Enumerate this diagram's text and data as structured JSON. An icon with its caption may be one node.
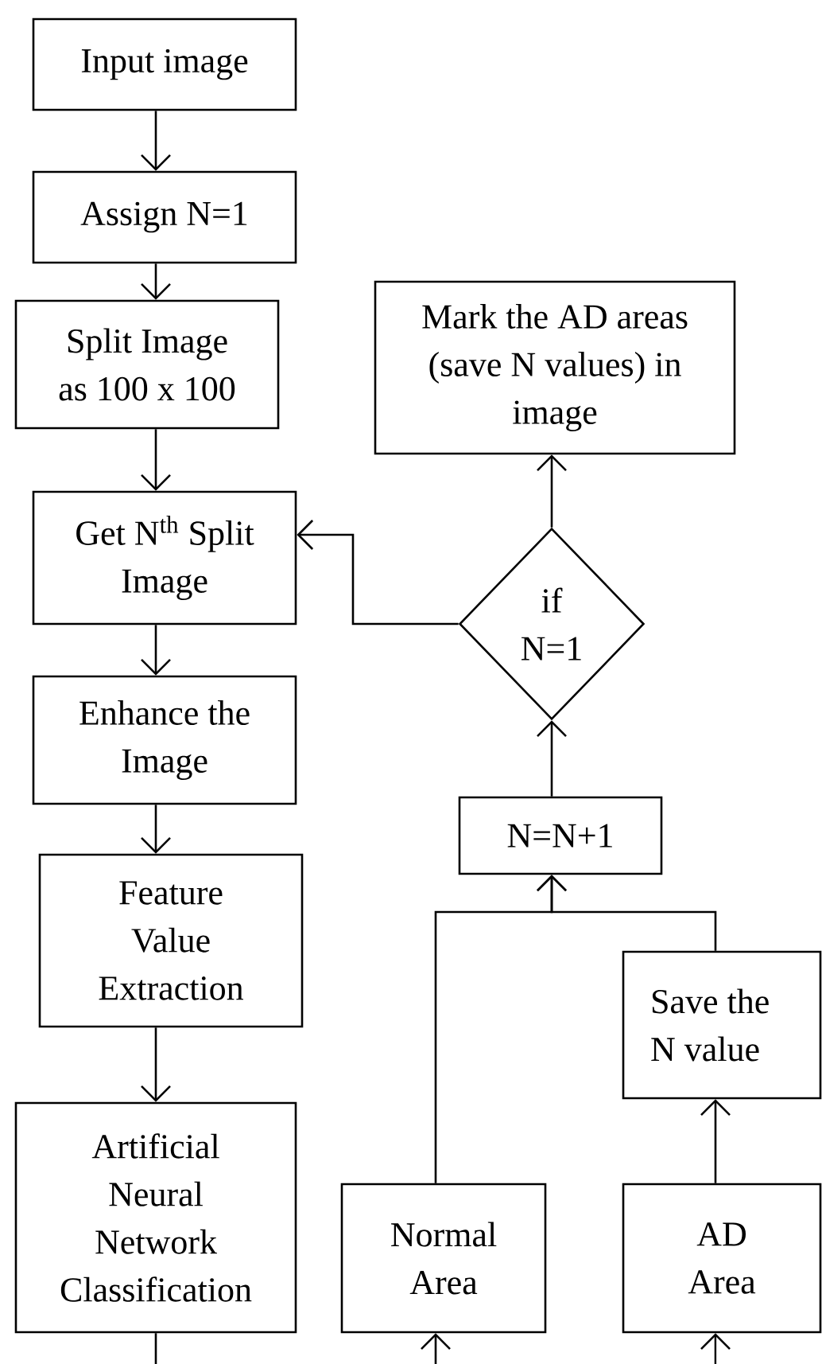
{
  "diagram": {
    "nodes": [
      {
        "text": [
          "Input image"
        ]
      },
      {
        "text": [
          "Assign N=1"
        ]
      },
      {
        "text": [
          "Split Image as 100 x 100"
        ]
      },
      {
        "text": [
          "Get N$^{th}$ Split Image"
        ]
      },
      {
        "text": [
          "Enhance the Image"
        ]
      },
      {
        "text": [
          "Feature Value Extraction"
        ]
      },
      {
        "text": [
          "Artificial Neural Network Classification"
        ]
      },
      {
        "text": [
          "Mark the AD areas (save N values) in image"
        ]
      },
      {
        "text": [
          "if N=1"
        ]
      },
      {
        "text": [
          "N=N+1"
        ]
      },
      {
        "text": [
          "Save the N value"
        ]
      },
      {
        "text": [
          "Normal Area"
        ]
      },
      {
        "text": [
          "AD Area"
        ]
      }
    ],
    "edges": [
      {
        "from": 0,
        "to": 1,
        "arrow": "to"
      },
      {
        "from": 1,
        "to": 2,
        "arrow": "to"
      },
      {
        "from": 2,
        "to": 3,
        "arrow": "to"
      },
      {
        "from": 3,
        "to": 4,
        "arrow": "to"
      },
      {
        "from": 4,
        "to": 5,
        "arrow": "to"
      },
      {
        "from": 5,
        "to": 6,
        "arrow": "to"
      },
      {
        "from": 8,
        "to": 3,
        "arrow": "to"
      },
      {
        "from": 8,
        "to": 7,
        "arrow": "to"
      },
      {
        "from": 9,
        "to": 8,
        "arrow": "to"
      },
      {
        "from": 11,
        "to": 9,
        "arrow": "to"
      },
      {
        "from": 10,
        "to": 9,
        "arrow": "to"
      },
      {
        "from": 12,
        "to": 10,
        "arrow": "to"
      },
      {
        "from": 6,
        "to": null,
        "arrow": "none"
      },
      {
        "from": null,
        "to": 11,
        "arrow": "to"
      },
      {
        "from": null,
        "to": 12,
        "arrow": "to"
      }
    ]
  }
}
